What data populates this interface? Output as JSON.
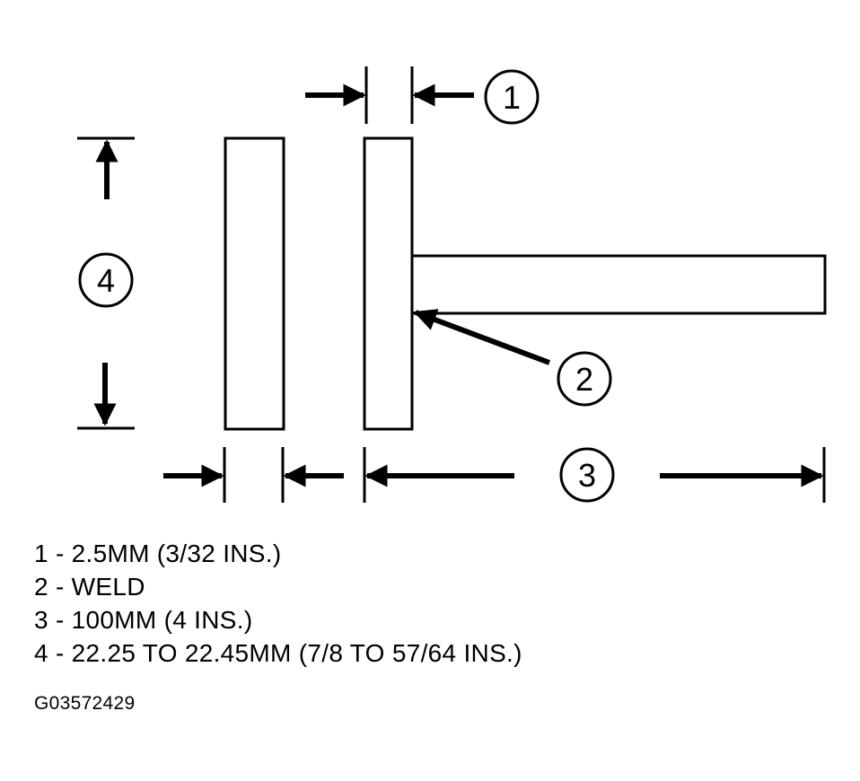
{
  "callouts": [
    "1",
    "2",
    "3",
    "4"
  ],
  "legend": [
    {
      "number": "1",
      "text": "1 - 2.5MM (3/32 INS.)"
    },
    {
      "number": "2",
      "text": "2 - WELD"
    },
    {
      "number": "3",
      "text": "3 - 100MM (4 INS.)"
    },
    {
      "number": "4",
      "text": "4 - 22.25 TO 22.45MM (7/8 TO 57/64 INS.)"
    }
  ],
  "figure_id": "G03572429"
}
